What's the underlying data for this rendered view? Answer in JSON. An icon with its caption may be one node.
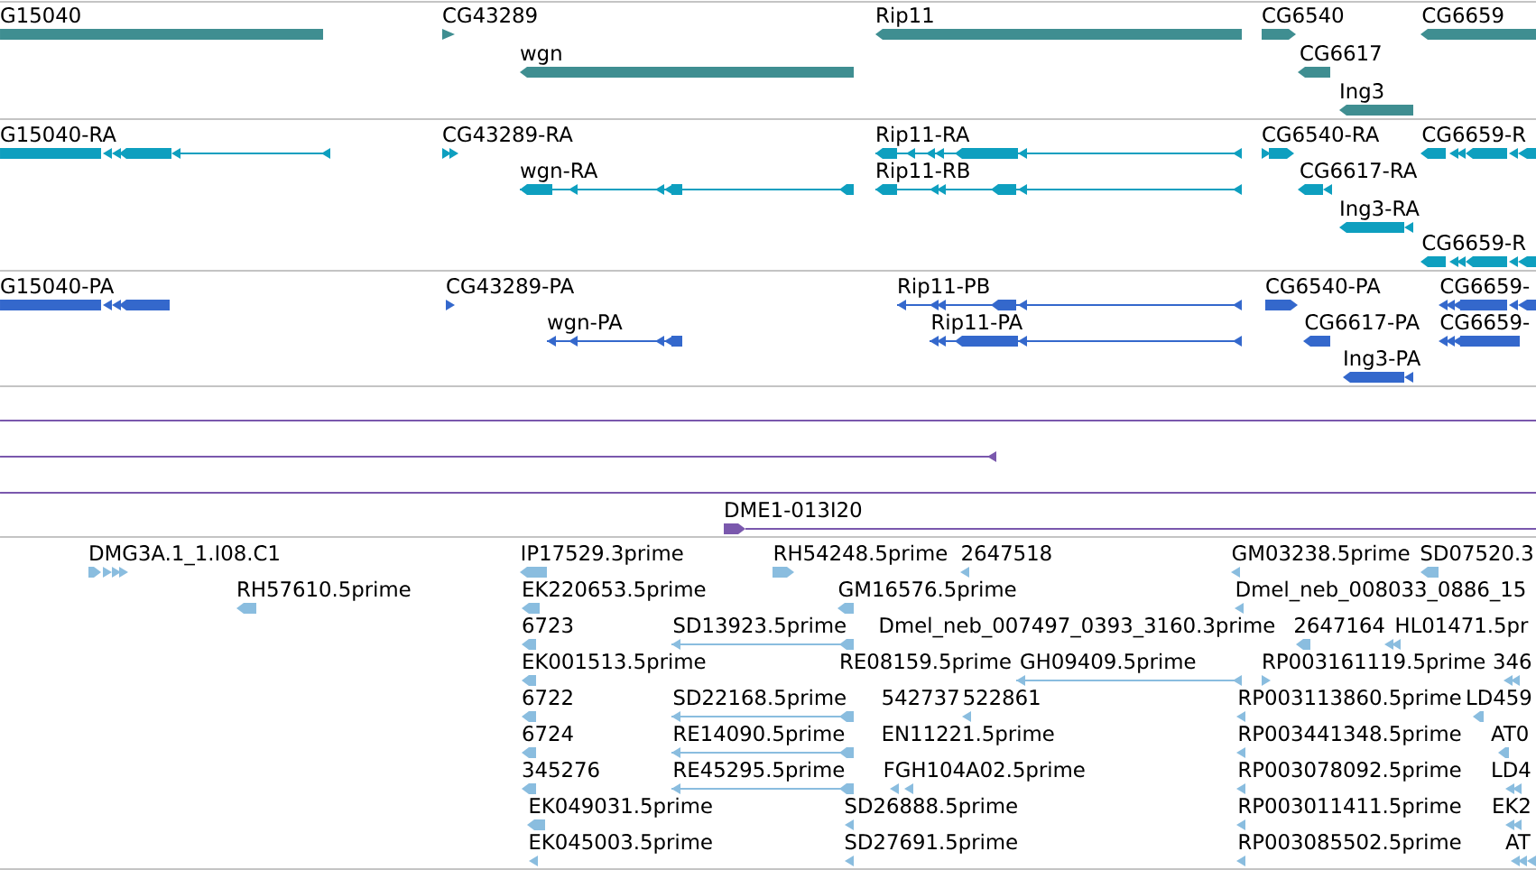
{
  "diagram": {
    "labels": [
      "G15040",
      "CG43289",
      "Rip11",
      "CG6540",
      "CG6659",
      "wgn",
      "CG6617",
      "Ing3",
      "G15040-RA",
      "CG43289-RA",
      "Rip11-RA",
      "CG6540-RA",
      "CG6659-R",
      "wgn-RA",
      "Rip11-RB",
      "CG6617-RA",
      "Ing3-RA",
      "CG6659-R",
      "G15040-PA",
      "CG43289-PA",
      "Rip11-PB",
      "CG6540-PA",
      "CG6659-",
      "wgn-PA",
      "Rip11-PA",
      "CG6617-PA",
      "CG6659-",
      "Ing3-PA",
      "DME1-013I20",
      "DMG3A.1_1.I08.C1",
      "IP17529.3prime",
      "RH54248.5prime",
      "2647518",
      "GM03238.5prime",
      "SD07520.3",
      "RH57610.5prime",
      "EK220653.5prime",
      "GM16576.5prime",
      "Dmel_neb_008033_0886_15",
      "6723",
      "SD13923.5prime",
      "Dmel_neb_007497_0393_3160.3prime",
      "2647164",
      "HL01471.5pr",
      "EK001513.5prime",
      "RE08159.5prime",
      "GH09409.5prime",
      "RP003161119.5prime",
      "346",
      "6722",
      "SD22168.5prime",
      "542737",
      "522861",
      "RP003113860.5prime",
      "LD459",
      "6724",
      "RE14090.5prime",
      "EN11221.5prime",
      "RP003441348.5prime",
      "AT0",
      "345276",
      "RE45295.5prime",
      "FGH104A02.5prime",
      "RP003078092.5prime",
      "LD4",
      "EK049031.5prime",
      "SD26888.5prime",
      "RP003011411.5prime",
      "EK2",
      "EK045003.5prime",
      "SD27691.5prime",
      "RP003085502.5prime",
      "AT"
    ]
  }
}
